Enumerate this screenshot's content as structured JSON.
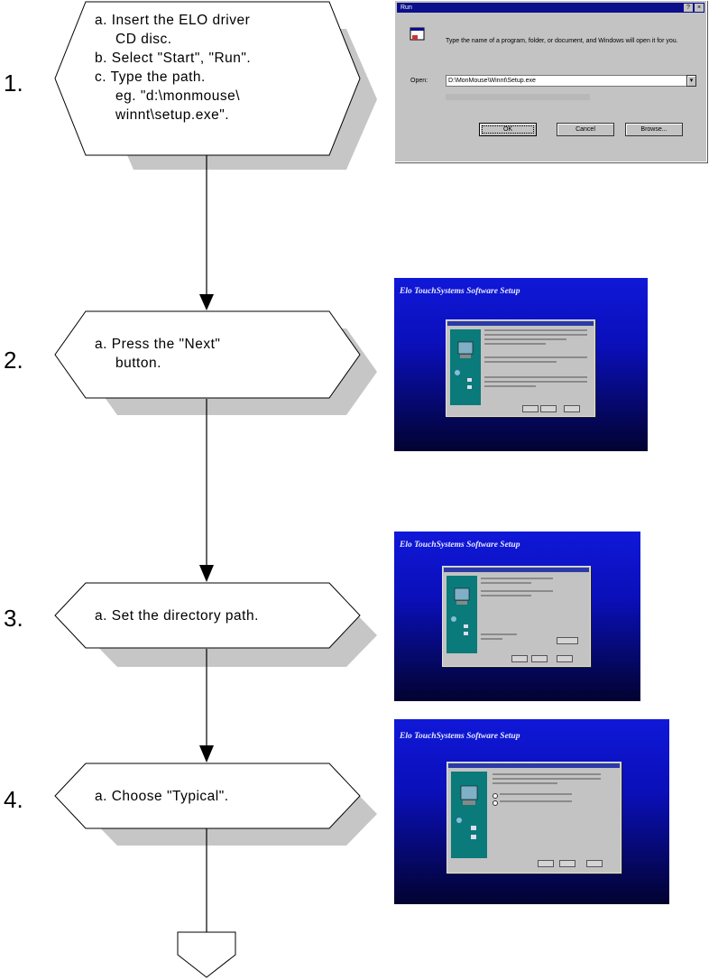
{
  "steps": [
    {
      "number": "1.",
      "lines": [
        "a.  Insert the ELO driver",
        "CD disc.",
        "b.  Select \"Start\", \"Run\".",
        "c.  Type the path.",
        "eg. \"d:\\monmouse\\",
        "winnt\\setup.exe\"."
      ]
    },
    {
      "number": "2.",
      "lines": [
        "a.  Press the \"Next\"",
        "button."
      ]
    },
    {
      "number": "3.",
      "lines": [
        "a.  Set the directory path."
      ]
    },
    {
      "number": "4.",
      "lines": [
        "a.  Choose \"Typical\"."
      ]
    }
  ],
  "run_dialog": {
    "title": "Run",
    "help_label": "?",
    "close_label": "×",
    "prompt": "Type the name of a program, folder, or document, and Windows will open it for you.",
    "open_label": "Open:",
    "path_value": "D:\\MonMouse\\Winnt\\Setup.exe",
    "ok_label": "OK",
    "cancel_label": "Cancel",
    "browse_label": "Browse..."
  },
  "setup_screens": [
    {
      "title": "Elo TouchSystems Software Setup"
    },
    {
      "title": "Elo TouchSystems Software Setup"
    },
    {
      "title": "Elo TouchSystems Software Setup"
    }
  ],
  "colors": {
    "shadow": "#c6c6c6",
    "line": "#000000",
    "setup_blue": "#1018d8"
  }
}
